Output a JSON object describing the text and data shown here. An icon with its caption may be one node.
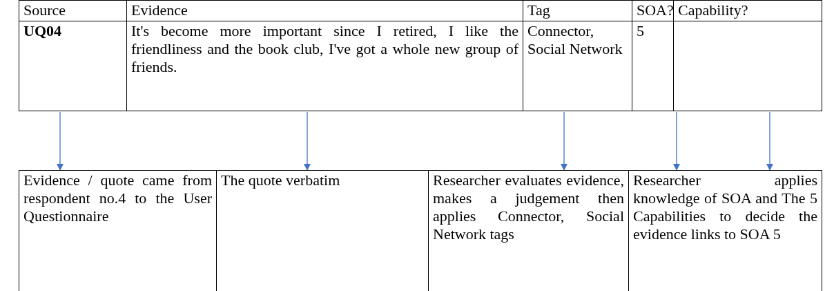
{
  "diagram": {
    "nodes": [
      {
        "text": [
          "UQ04"
        ]
      },
      {
        "text": [
          "It's become more important since I retired, I like the friendliness and the book club, I've got a whole new group of friends."
        ]
      },
      {
        "text": [
          "Connector, Social Network"
        ]
      },
      {
        "text": [
          "5"
        ]
      },
      {
        "text": [],
        "shape": "box"
      },
      {
        "text": [
          "Evidence / quote came from respondent no.4 to the User Questionnaire"
        ]
      },
      {
        "text": [
          "The quote verbatim"
        ]
      },
      {
        "text": [
          "Researcher evaluates evidence, makes a judgement then applies Connector, Social Network tags"
        ]
      },
      {
        "text": [
          "Researcher applies knowledge of SOA and The 5 Capabilities to decide the evidence links to SOA 5"
        ]
      }
    ],
    "edges": [
      {
        "from": 0,
        "to": 5,
        "arrow": "to"
      },
      {
        "from": 1,
        "to": 6,
        "arrow": "to"
      },
      {
        "from": 2,
        "to": 7,
        "arrow": "to"
      },
      {
        "from": 3,
        "to": 8,
        "arrow": "to"
      },
      {
        "from": 4,
        "to": 8,
        "arrow": "to"
      }
    ],
    "labels": [
      "Source",
      "Evidence",
      "Tag",
      "SOA?",
      "Capability?"
    ]
  }
}
